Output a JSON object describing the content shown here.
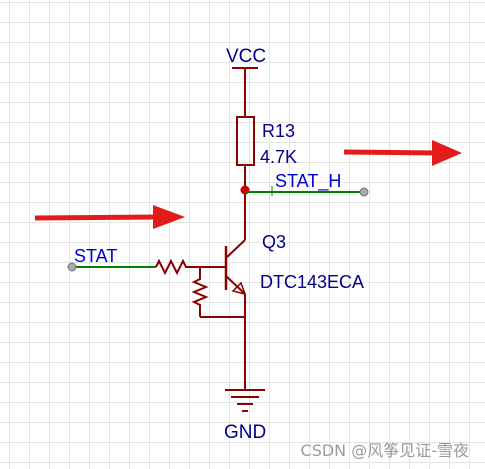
{
  "schematic": {
    "vcc_label": "VCC",
    "gnd_label": "GND",
    "resistor": {
      "ref": "R13",
      "value": "4.7K"
    },
    "transistor": {
      "ref": "Q3",
      "part": "DTC143ECA"
    },
    "nets": {
      "input": "STAT",
      "output": "STAT_H"
    }
  },
  "colors": {
    "wire": "#8b0000",
    "net": "#008000",
    "label": "#00008b",
    "net_label": "#0000cd",
    "arrow": "#e31b1b",
    "pin": "#999999"
  },
  "watermark": "CSDN @风筝见证-雪夜"
}
